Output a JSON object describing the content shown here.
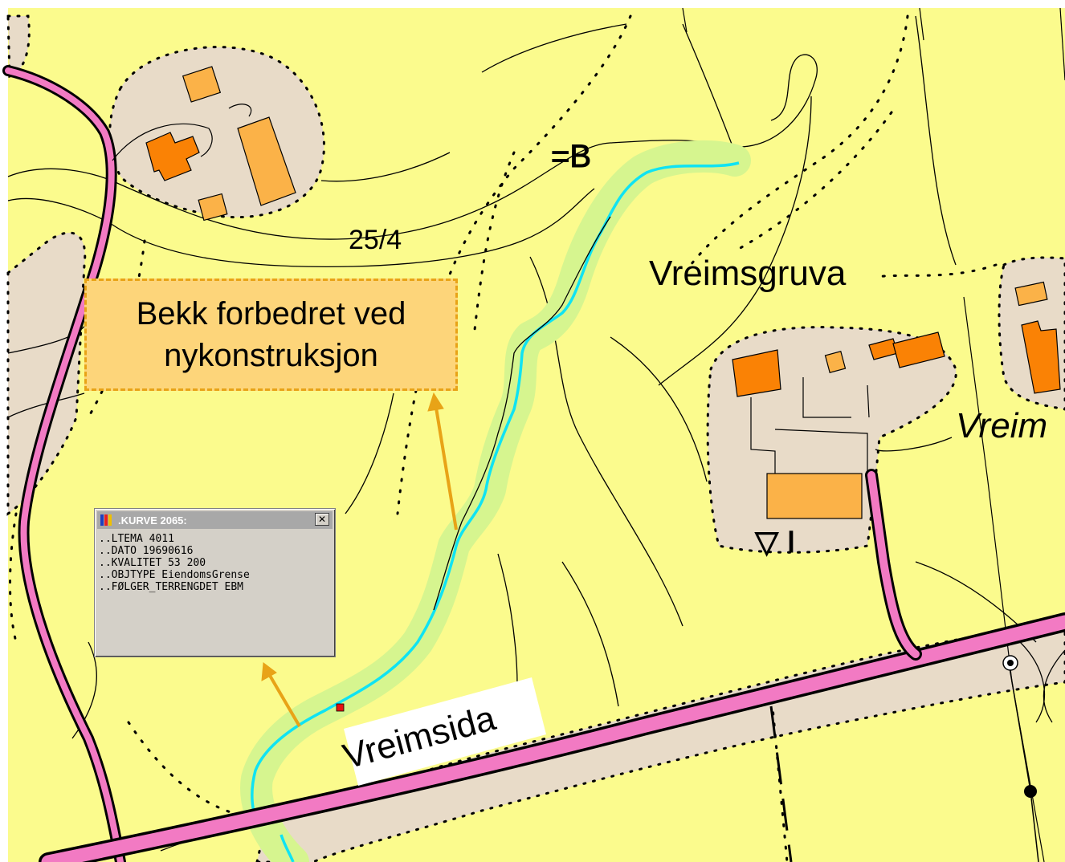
{
  "map": {
    "place_labels": {
      "vreimsgruva": "Vreimsgruva",
      "vreim_partial": "Vreim",
      "vreimsida": "Vreimsida",
      "parcel": "25/4",
      "symbol_eq_b": "=B",
      "symbol_triangle_i": "▽ I"
    },
    "colors": {
      "background": "#fbfb8d",
      "settlement": "#e8dbc8",
      "building": "#fa8205",
      "building_light": "#fbb248",
      "road": "#f27ac3",
      "stream": "#0fe3f3",
      "stream_buffer": "#d6f58f"
    }
  },
  "callout": {
    "line1": "Bekk forbedret ved",
    "line2": "nykonstruksjon"
  },
  "popup": {
    "title": ".KURVE 2065:",
    "close_label": "✕",
    "lines": [
      "..LTEMA 4011",
      "..DATO 19690616",
      "..KVALITET 53 200",
      "..OBJTYPE EiendomsGrense",
      "..FØLGER_TERRENGDET EBM"
    ]
  }
}
